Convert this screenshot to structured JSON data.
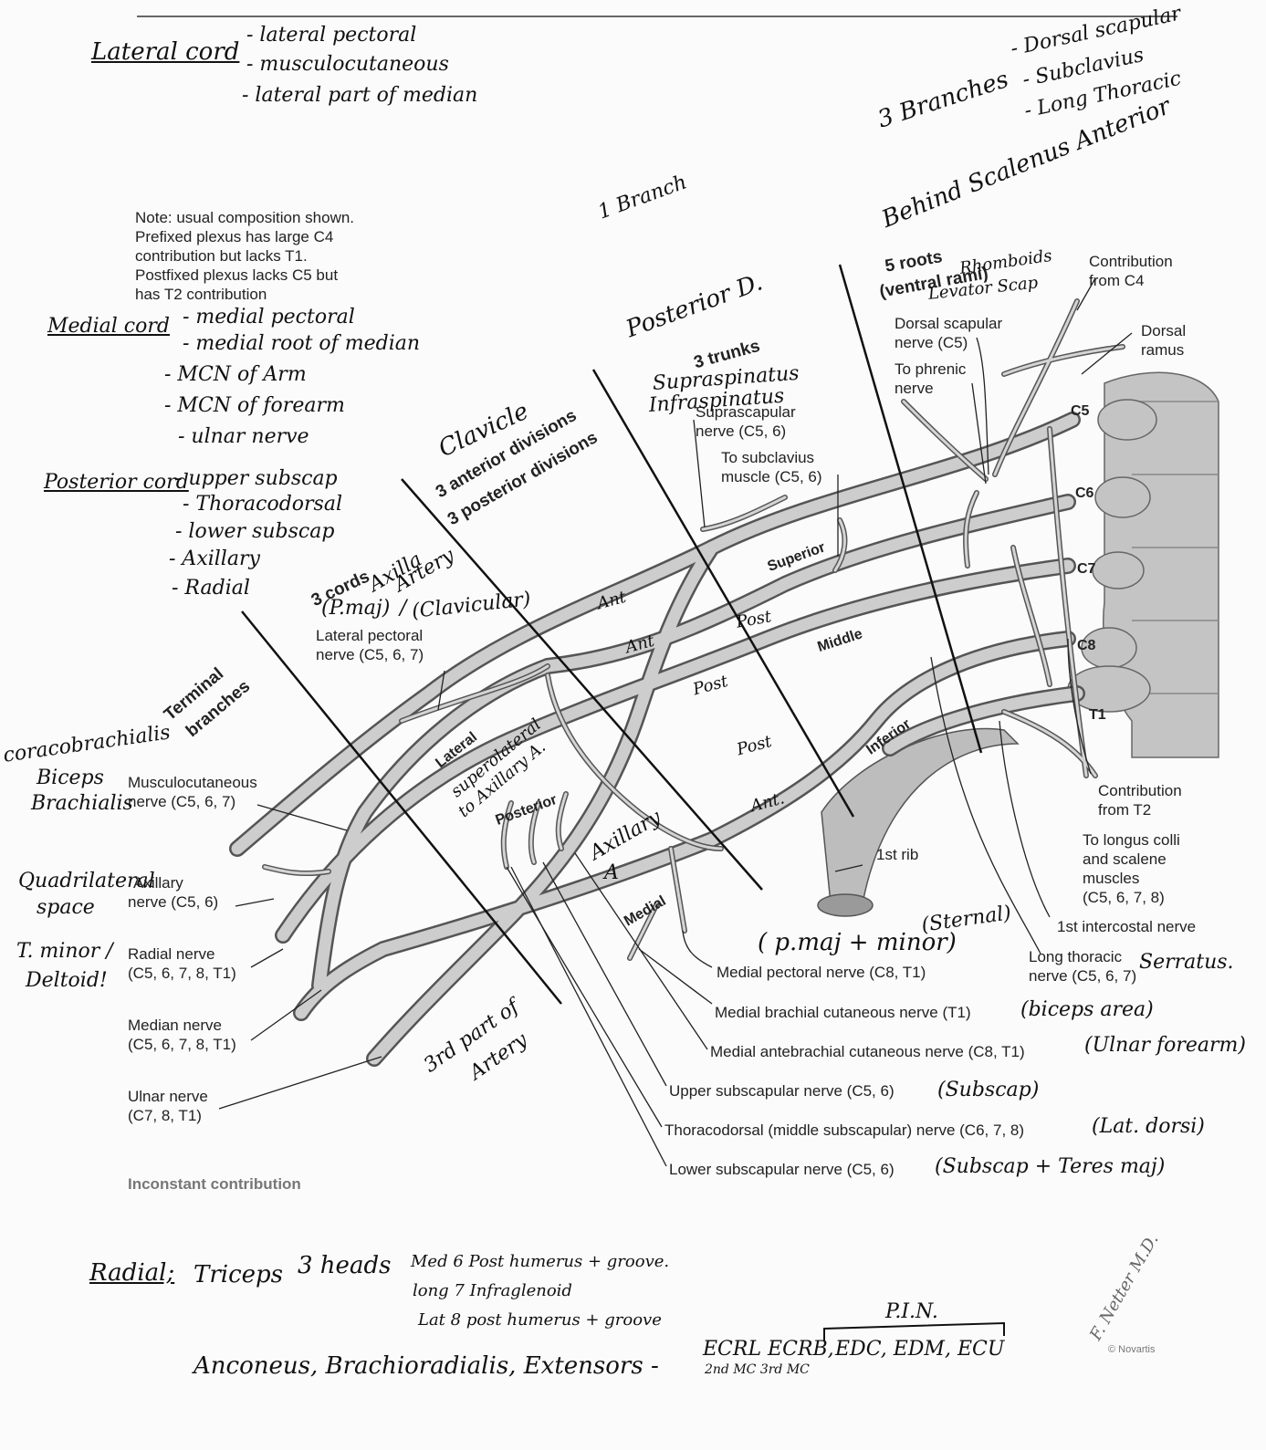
{
  "colors": {
    "background": "#fbfbfb",
    "nerve_fill": "#c9c9c9",
    "nerve_edge": "#555555",
    "leader": "#222222",
    "bone": "#bdbdbd"
  },
  "printed_labels": {
    "note": [
      "Note: usual composition shown.",
      "Prefixed plexus has large C4",
      "contribution but lacks T1.",
      "Postfixed plexus lacks C5 but",
      "has T2 contribution"
    ],
    "roots_heading": [
      "5 roots",
      "(ventral rami)"
    ],
    "trunks_heading": "3 trunks",
    "divisions_heading": [
      "3 anterior divisions",
      "3 posterior divisions"
    ],
    "cords_heading": "3 cords",
    "terminal_heading": [
      "Terminal",
      "branches"
    ],
    "contribution_c4": [
      "Contribution",
      "from C4"
    ],
    "dorsal_ramus": [
      "Dorsal",
      "ramus"
    ],
    "dorsal_scapular": [
      "Dorsal scapular",
      "nerve (C5)"
    ],
    "to_phrenic": [
      "To phrenic",
      "nerve"
    ],
    "suprascapular": [
      "Suprascapular",
      "nerve (C5, 6)"
    ],
    "to_subclavius": [
      "To subclavius",
      "muscle (C5, 6)"
    ],
    "root_labels": [
      "C5",
      "C6",
      "C7",
      "C8",
      "T1"
    ],
    "trunk_labels": [
      "Superior",
      "Middle",
      "Inferior"
    ],
    "cord_labels": [
      "Lateral",
      "Posterior",
      "Medial"
    ],
    "lateral_pectoral": [
      "Lateral pectoral",
      "nerve (C5, 6, 7)"
    ],
    "musculocutaneous": [
      "Musculocutaneous",
      "nerve (C5, 6, 7)"
    ],
    "axillary": [
      "Axillary",
      "nerve (C5, 6)"
    ],
    "radial": [
      "Radial nerve",
      "(C5, 6, 7, 8, T1)"
    ],
    "median": [
      "Median nerve",
      "(C5, 6, 7, 8, T1)"
    ],
    "ulnar": [
      "Ulnar nerve",
      "(C7, 8, T1)"
    ],
    "contribution_t2": [
      "Contribution",
      "from T2"
    ],
    "longus_colli": [
      "To longus colli",
      "and scalene",
      "muscles",
      "(C5, 6, 7, 8)"
    ],
    "first_rib": "1st rib",
    "first_intercostal": "1st intercostal nerve",
    "long_thoracic": [
      "Long thoracic",
      "nerve (C5, 6, 7)"
    ],
    "medial_pectoral": "Medial pectoral nerve (C8, T1)",
    "medial_brachial": "Medial brachial cutaneous nerve (T1)",
    "medial_antebrachial": "Medial antebrachial cutaneous nerve (C8, T1)",
    "upper_subscapular": "Upper subscapular nerve (C5, 6)",
    "thoracodorsal": "Thoracodorsal (middle subscapular) nerve (C6, 7, 8)",
    "lower_subscapular": "Lower subscapular nerve (C5, 6)",
    "inconstant": "Inconstant contribution",
    "copyright": "© Novartis"
  },
  "handwritten": {
    "lateral_cord_title": "Lateral cord",
    "lateral_cord_items": [
      "- lateral pectoral",
      "- musculocutaneous",
      "- lateral part of median"
    ],
    "three_branches": "3 Branches",
    "three_branches_items": [
      "- Dorsal scapular",
      "- Subclavius",
      "- Long Thoracic"
    ],
    "behind_scalenus": "Behind Scalenus Anterior",
    "one_branch": "1 Branch",
    "posterior_d": "Posterior D.",
    "rhomboids": "Rhomboids",
    "levator_scap": "Levator Scap",
    "medial_cord_title": "Medial cord",
    "medial_cord_items": [
      "- medial pectoral",
      "- medial root of median",
      "- MCN of Arm",
      "- MCN of forearm",
      "- ulnar nerve"
    ],
    "posterior_cord_title": "Posterior cord",
    "posterior_cord_items": [
      "- upper subscap",
      "- Thoracodorsal",
      "- lower subscap",
      "- Axillary",
      "- Radial"
    ],
    "clavicle": "Clavicle",
    "supraspinatus": "Supraspinatus",
    "infraspinatus": "Infraspinatus",
    "axilla_artery": [
      "Axilla",
      "Artery"
    ],
    "pmaj_clavicular": [
      "(P.maj)",
      "/",
      "(Clavicular)"
    ],
    "ant_1": "Ant",
    "ant_2": "Ant",
    "ant_3": "Ant.",
    "post_1": "Post",
    "post_2": "Post",
    "post_3": "Post",
    "coracobrachialis": "coracobrachialis",
    "biceps": "Biceps",
    "brachialis": "Brachialis",
    "superolateral": [
      "superolateral",
      "to Axillary A."
    ],
    "axillary_a": [
      "Axillary",
      "A"
    ],
    "quadrilateral": "Quadrilateral",
    "space": "space",
    "t_minor": "T. minor /",
    "deltoid": "Deltoid!",
    "third_part": [
      "3rd part of",
      "Artery"
    ],
    "pmaj_minor": "( p.maj + minor)",
    "sternal": "(Sternal)",
    "serratus": "Serratus.",
    "biceps_area": "(biceps area)",
    "ulnar_forearm": "(Ulnar forearm)",
    "subscap": "(Subscap)",
    "lat_dorsi": "(Lat. dorsi)",
    "subscap_teres": "(Subscap + Teres maj)",
    "radial_title": "Radial;",
    "triceps": "Triceps",
    "three_heads": "3 heads",
    "heads_list": [
      "Med 6   Post humerus + groove.",
      "long 7   Infraglenoid",
      "Lat 8   post humerus + groove"
    ],
    "pin": "P.I.N.",
    "bottom_line": "Anconeus, Brachioradialis, Extensors -",
    "ecrl": "ECRL ECRB,",
    "ecrl_sub": "2nd MC  3rd MC",
    "edc": "EDC, EDM, ECU",
    "signature": "F. Netter M.D."
  }
}
